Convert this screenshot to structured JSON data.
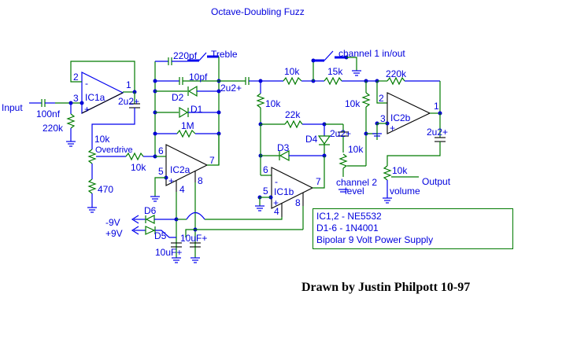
{
  "title": "Octave-Doubling Fuzz",
  "credit": "Drawn by Justin Philpott 10-97",
  "notes": [
    "IC1,2 - NE5532",
    "D1-6 - 1N4001",
    "Bipolar 9 Volt Power Supply"
  ],
  "colors": {
    "wire": "#007a00",
    "component": "#0000ee",
    "opamp": "#000000",
    "label": "#0000dd",
    "junction": "#0000cc"
  },
  "labels": {
    "input": "Input",
    "c_in": "100nf",
    "r_in": "220k",
    "ic1a": "IC1a",
    "ic1a_pin2": "2",
    "ic1a_pin3": "3",
    "ic1a_pin1": "1",
    "c_ic1a_out": "2u2+",
    "pot_overdrive": "10k",
    "overdrive": "Overdrive",
    "r_overdrive": "10k",
    "r_470": "470",
    "c_220pf": "220pf",
    "treble": "Treble",
    "c_10pf": "10pf",
    "d2": "D2",
    "d1": "D1",
    "r_1m": "1M",
    "ic2a": "IC2a",
    "ic2a_pin6": "6",
    "ic2a_pin5": "5",
    "ic2a_pin7": "7",
    "ic2a_pin4": "4",
    "ic2a_pin8": "8",
    "c_ic2a_out": "2u2+",
    "r_10k_a": "10k",
    "r_10k_b": "10k",
    "r_15k": "15k",
    "channel1": "channel 1 in/out",
    "r_22k": "22k",
    "d3": "D3",
    "d4": "D4",
    "c_ic1b": "2u2+",
    "ic1b": "IC1b",
    "ic1b_pin6": "6",
    "ic1b_pin5": "5",
    "ic1b_pin7": "7",
    "ic1b_pin4": "4",
    "ic1b_pin8": "8",
    "pot_ch2": "10k",
    "channel2": "channel 2",
    "level": "level",
    "r_10k_c": "10k",
    "r_220k": "220k",
    "ic2b": "IC2b",
    "ic2b_pin2": "2",
    "ic2b_pin3": "3",
    "ic2b_pin1": "1",
    "c_ic2b_out": "2u2+",
    "pot_volume": "10k",
    "volume": "volume",
    "output": "Output",
    "d6": "D6",
    "d5": "D5",
    "neg9v": "-9V",
    "pos9v": "+9V",
    "c_10uf_a": "10uF+",
    "c_10uf_b": "10uF+"
  }
}
